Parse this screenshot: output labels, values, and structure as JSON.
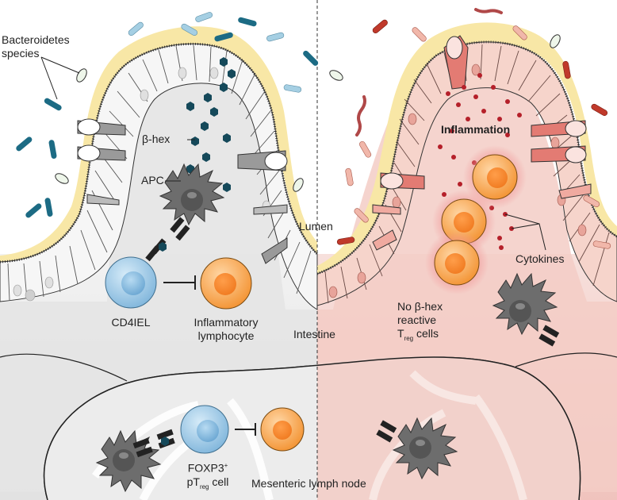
{
  "labels": {
    "bacteroidetes_line1": "Bacteroidetes",
    "bacteroidetes_line2": "species",
    "bhex": "β-hex",
    "apc": "APC",
    "cd4iel": "CD4IEL",
    "inflam_lymph_line1": "Inflammatory",
    "inflam_lymph_line2": "lymphocyte",
    "lumen": "Lumen",
    "intestine": "Intestine",
    "inflammation": "Inflammation",
    "cytokines": "Cytokines",
    "no_bhex_line1": "No β-hex",
    "no_bhex_line2": "reactive",
    "treg_T": "T",
    "treg_sub": "reg",
    "treg_rest": " cells",
    "foxp3": "FOXP3",
    "foxp3_sup": "+",
    "ptreg_p": "pT",
    "ptreg_sub": "reg",
    "ptreg_rest": " cell",
    "mesenteric": "Mesenteric lymph node"
  },
  "colors": {
    "mucus": "#f8e7a6",
    "epithelium_fill": "#f6f6f6",
    "inflamed_epithelium": "#f6d4cb",
    "left_bg": "#e9e9e9",
    "right_bg": "#f4d2cd",
    "treg_blue": "#9fcbe6",
    "lymphocyte_orange": "#f7a04a",
    "bhex_teal": "#15495a",
    "cytokine_red": "#b5202a",
    "apc_gray": "#6d6d6d"
  }
}
